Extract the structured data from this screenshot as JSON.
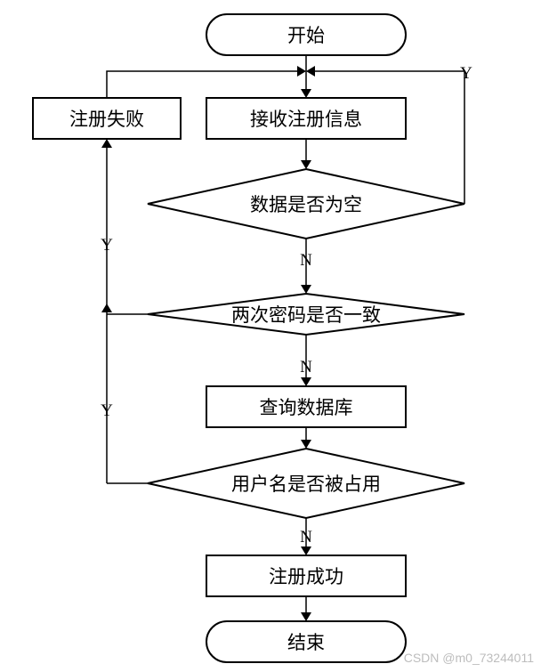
{
  "nodes": {
    "start": "开始",
    "receive": "接收注册信息",
    "check_empty": "数据是否为空",
    "check_password": "两次密码是否一致",
    "query_db": "查询数据库",
    "check_username": "用户名是否被占用",
    "success": "注册成功",
    "end": "结束",
    "fail": "注册失败"
  },
  "labels": {
    "yes_empty": "Y",
    "no_empty": "N",
    "yes_password": "Y",
    "no_password": "N",
    "yes_username": "Y",
    "no_username": "N"
  },
  "watermark": "CSDN @m0_73244011"
}
